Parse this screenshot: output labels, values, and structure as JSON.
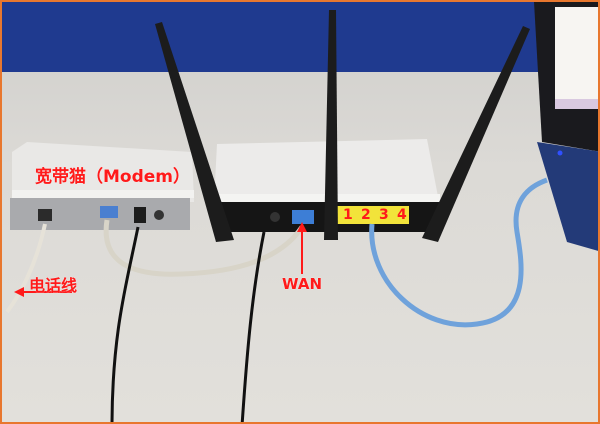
{
  "image": {
    "border_color": "#e8772e",
    "annotation_color": "#ff1a1a",
    "description": "Router and broadband modem connection setup"
  },
  "annotations": {
    "modem_label": "宽带猫（Modem）",
    "phone_line_label": "电话线",
    "wan_label": "WAN",
    "lan_ports": [
      "1",
      "2",
      "3",
      "4"
    ]
  },
  "objects": {
    "modem": "broadband modem",
    "router": "wireless router with 3 antennas",
    "laptop": "laptop",
    "cables": [
      "phone line",
      "modem-to-WAN ethernet cable",
      "LAN2-to-laptop blue ethernet cable",
      "power cables"
    ]
  }
}
